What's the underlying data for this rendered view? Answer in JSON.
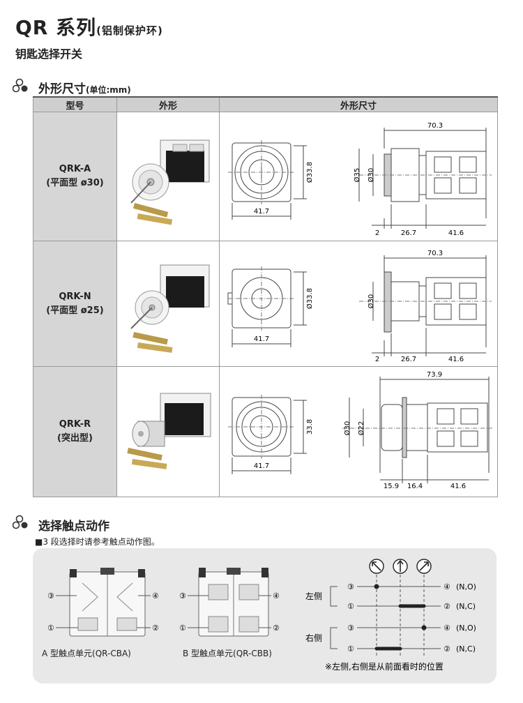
{
  "header": {
    "title_main": "QR 系列",
    "title_suffix": "(铝制保护环)",
    "subtitle": "钥匙选择开关"
  },
  "section1": {
    "title": "外形尺寸",
    "unit": "(单位:mm)",
    "columns": [
      "型号",
      "外形",
      "外形尺寸"
    ],
    "rows": [
      {
        "model_line1": "QRK-A",
        "model_line2": "(平面型 ø30)",
        "front": {
          "diameter": "Ø33.8",
          "width": "41.7"
        },
        "side": {
          "overall": "70.3",
          "d1": "Ø35",
          "d2": "Ø30",
          "seg1": "2",
          "seg2": "26.7",
          "seg3": "41.6"
        }
      },
      {
        "model_line1": "QRK-N",
        "model_line2": "(平面型 ø25)",
        "front": {
          "diameter": "Ø33.8",
          "width": "41.7"
        },
        "side": {
          "overall": "70.3",
          "d1": "Ø30",
          "seg1": "2",
          "seg2": "26.7",
          "seg3": "41.6"
        }
      },
      {
        "model_line1": "QRK-R",
        "model_line2": "(突出型)",
        "front": {
          "diameter": "33.8",
          "width": "41.7"
        },
        "side": {
          "overall": "73.9",
          "d1": "Ø30",
          "d2": "Ø22",
          "seg1": "15.9",
          "seg2": "16.4",
          "seg3": "41.6"
        }
      }
    ]
  },
  "section2": {
    "title": "选择触点动作",
    "note": "■3 段选择时请参考触点动作图。",
    "caption_a": "A 型触点单元(QR-CBA)",
    "caption_b": "B 型触点单元(QR-CBB)",
    "terminals": {
      "t1": "①",
      "t2": "②",
      "t3": "③",
      "t4": "④"
    },
    "diagram": {
      "left_label": "左侧",
      "right_label": "右侧",
      "no": "(N,O)",
      "nc": "(N,C)",
      "footnote": "※左侧,右侧是从前面看时的位置"
    }
  }
}
